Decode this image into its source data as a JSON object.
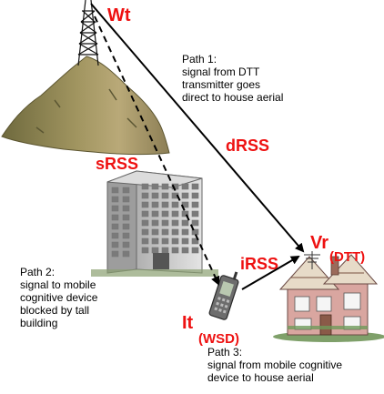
{
  "labels": {
    "wt": "Wt",
    "srss": "sRSS",
    "drss": "dRSS",
    "irss": "iRSS",
    "vr": "Vr",
    "vr_sub": "(DTT)",
    "it": "It",
    "it_sub": "(WSD)"
  },
  "notes": {
    "path1": "Path 1:\nsignal from DTT\ntransmitter goes\ndirect to house aerial",
    "path2": "Path 2:\nsignal to mobile\ncognitive device\nblocked by tall\nbuilding",
    "path3": "Path 3:\nsignal from mobile cognitive\ndevice to house aerial"
  },
  "colors": {
    "label_red": "#ee1111",
    "arrow": "#000000",
    "hill": "#9a8a5c",
    "building": "#c9c9c9",
    "house": "#d9a0a0"
  },
  "icons": [
    "transmitter-tower-icon",
    "hill-icon",
    "office-building-icon",
    "mobile-phone-icon",
    "house-icon",
    "tv-aerial-icon"
  ]
}
